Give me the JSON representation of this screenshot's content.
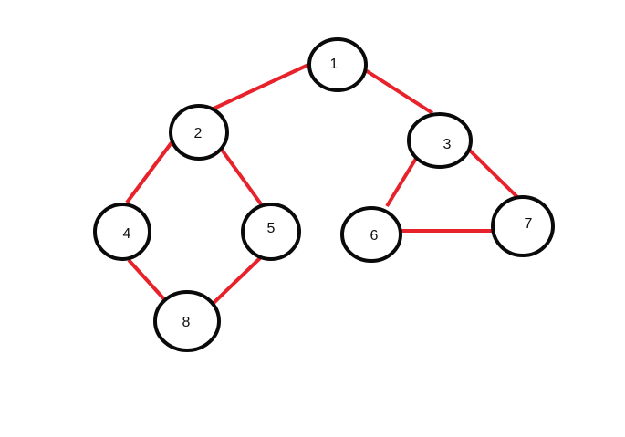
{
  "graph": {
    "colors": {
      "edge": "#e8222a",
      "node_stroke": "#0a0a0a",
      "node_fill": "#ffffff",
      "label": "#111111"
    },
    "nodes": [
      {
        "id": "1",
        "label": "1"
      },
      {
        "id": "2",
        "label": "2"
      },
      {
        "id": "3",
        "label": "3"
      },
      {
        "id": "4",
        "label": "4"
      },
      {
        "id": "5",
        "label": "5"
      },
      {
        "id": "6",
        "label": "6"
      },
      {
        "id": "7",
        "label": "7"
      },
      {
        "id": "8",
        "label": "8"
      }
    ],
    "edges": [
      {
        "from": "1",
        "to": "2"
      },
      {
        "from": "1",
        "to": "3"
      },
      {
        "from": "2",
        "to": "4"
      },
      {
        "from": "2",
        "to": "5"
      },
      {
        "from": "3",
        "to": "6"
      },
      {
        "from": "3",
        "to": "7"
      },
      {
        "from": "6",
        "to": "7"
      },
      {
        "from": "4",
        "to": "8"
      },
      {
        "from": "5",
        "to": "8"
      }
    ]
  }
}
